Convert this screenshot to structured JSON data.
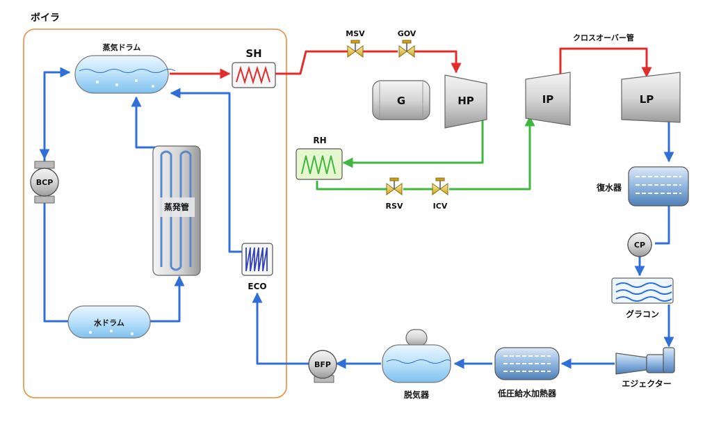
{
  "title": "ボイラ",
  "labels": {
    "steam_drum": "蒸気ドラム",
    "water_drum": "水ドラム",
    "evaporator": "蒸発管",
    "bcp": "BCP",
    "sh": "SH",
    "eco": "ECO",
    "rh": "RH",
    "msv": "MSV",
    "gov": "GOV",
    "rsv": "RSV",
    "icv": "ICV",
    "generator": "G",
    "hp": "HP",
    "ip": "IP",
    "lp": "LP",
    "crossover": "クロスオーバー管",
    "condenser": "復水器",
    "cp": "CP",
    "gland_condenser": "グラコン",
    "ejector": "エジェクター",
    "lp_heater": "低圧給水加熱器",
    "deaerator": "脱気器",
    "bfp": "BFP"
  },
  "colors": {
    "water": "#2f6fd6",
    "steam": "#e32b2b",
    "reheat": "#3fb63f",
    "boiler_border": "#f08a3c"
  },
  "icons": [
    "valve-icon",
    "pump-icon",
    "turbine-icon",
    "heat-exchanger-icon",
    "drum-icon"
  ]
}
